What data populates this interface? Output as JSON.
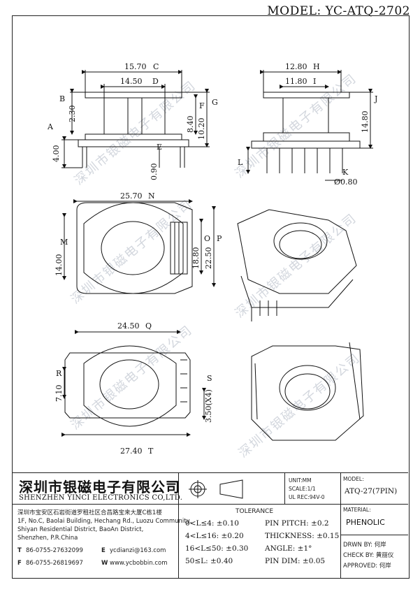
{
  "model": "MODEL: YC-ATQ-2702",
  "watermark": "深圳市银磁电子有限公司",
  "dimensions": {
    "d1": "15.70",
    "c1": "C",
    "d2": "14.50",
    "c2": "D",
    "d3": "2.30",
    "c3": "B",
    "d4": "4.00",
    "c4": "A",
    "d5": "0.90",
    "c5": "E",
    "d6": "8.40",
    "c6": "F",
    "d7": "10.20",
    "c7": "G",
    "d8": "12.80",
    "c8": "H",
    "d9": "11.80",
    "c9": "I",
    "d10": "14.80",
    "c10": "J",
    "d11": "Ø0.80",
    "c11": "K",
    "c12": "L",
    "d13": "25.70",
    "c13": "N",
    "d14": "14.00",
    "c14": "M",
    "d15": "18.80",
    "c15": "O",
    "d16": "22.50",
    "c16": "P",
    "d17": "24.50",
    "c17": "Q",
    "d18": "7.10",
    "c18": "R",
    "d19": "3.50(X4)",
    "c19": "S",
    "d20": "27.40",
    "c20": "T"
  },
  "title_block": {
    "company_cn": "深圳市银磁电子有限公司",
    "company_en": "SHENZHEN YINCI ELECTRONICS CO,LTD.",
    "address_cn": "深圳市宝安区石岩街道罗租社区合昌路宝来大厦C栋1楼",
    "address_en1": "1F, No.C, Baolai Building, Hechang Rd., Luozu Community,",
    "address_en2": "Shiyan Residential District, BaoAn District,",
    "address_en3": "Shenzhen, P.R.China",
    "tel_label": "T",
    "tel": "86-0755-27632099",
    "fax_label": "F",
    "fax": "86-0755-26819697",
    "email_label": "E",
    "email": "ycdianzi@163.com",
    "web_label": "W",
    "web": "www.ycbobbin.com",
    "unit": "UNIT:MM",
    "scale": "SCALE:1/1",
    "ul": "UL REC:94V-0",
    "model_label": "MODEL:",
    "model_value": "ATQ-27(7PIN)",
    "material_label": "MATERIAL:",
    "material_value": "PHENOLIC",
    "tolerance_title": "TOLERANCE",
    "tol1": "0<L≤4: ±0.10",
    "tol2": "4<L≤16: ±0.20",
    "tol3": "16<L≤50: ±0.30",
    "tol4": "50≤L: ±0.40",
    "tol5": "PIN PITCH: ±0.2",
    "tol6": "THICKNESS: ±0.15",
    "tol7": "ANGLE: ±1°",
    "tol8": "PIN DIM: ±0.05",
    "drwn": "DRWN BY: 何岸",
    "check": "CHECK BY: 黄丽仪",
    "approved": "APPROVED: 何岸"
  }
}
